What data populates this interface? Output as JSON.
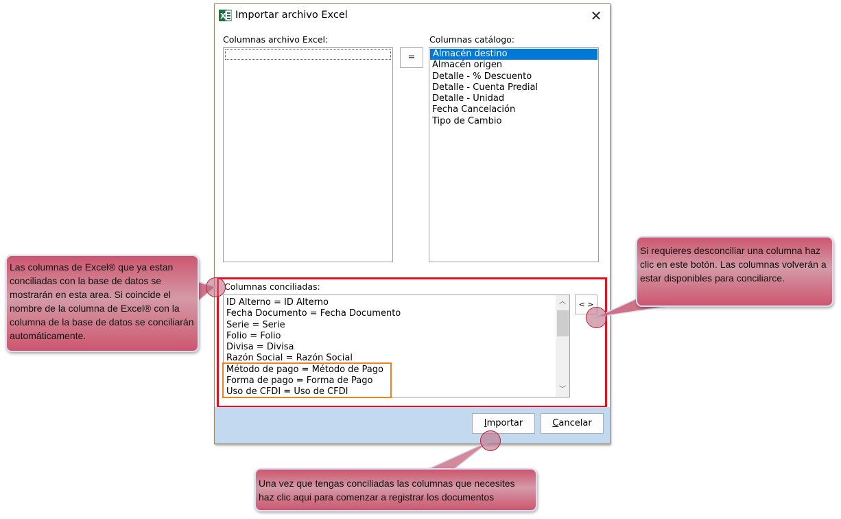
{
  "dialog": {
    "title": "Importar archivo Excel",
    "close_label": "✕",
    "excel_columns_label": "Columnas archivo Excel:",
    "excel_columns": [],
    "match_button": "=",
    "catalog_label": "Columnas catálogo:",
    "catalog_columns": [
      "Almacén destino",
      "Almacén origen",
      "Detalle - % Descuento",
      "Detalle - Cuenta Predial",
      "Detalle - Unidad",
      "Fecha Cancelación",
      "Tipo de Cambio"
    ],
    "catalog_selected_index": 0,
    "matched_label": "Columnas conciliadas:",
    "matched_columns": [
      "ID Alterno = ID Alterno",
      "Fecha Documento = Fecha Documento",
      "Serie = Serie",
      "Folio = Folio",
      "Divisa = Divisa",
      "Razón Social = Razón Social",
      "Método de pago = Método de Pago",
      "Forma de pago = Forma de Pago",
      "Uso de CFDI = Uso de CFDI"
    ],
    "unmatch_button": "< >",
    "import_button": "Importar",
    "cancel_button": "Cancelar"
  },
  "callouts": {
    "left": "Las columnas de Excel® que ya estan conciliadas con la base de datos se mostrarán en esta area. Si coincide el nombre de la columna de Excel® con la columna de la base de datos se conciliarán automáticamente.",
    "right": "Si requieres desconciliar una columna haz clic en este botón. Las columnas volverán a estar disponibles para conciliarce.",
    "bottom": "Una vez que tengas conciliadas las columnas que necesites haz clic aqui para comenzar a registrar los documentos"
  },
  "colors": {
    "highlight_red": "#e8101e",
    "highlight_orange": "#f08020",
    "selection": "#0078d7",
    "callout": "#cc566f"
  }
}
